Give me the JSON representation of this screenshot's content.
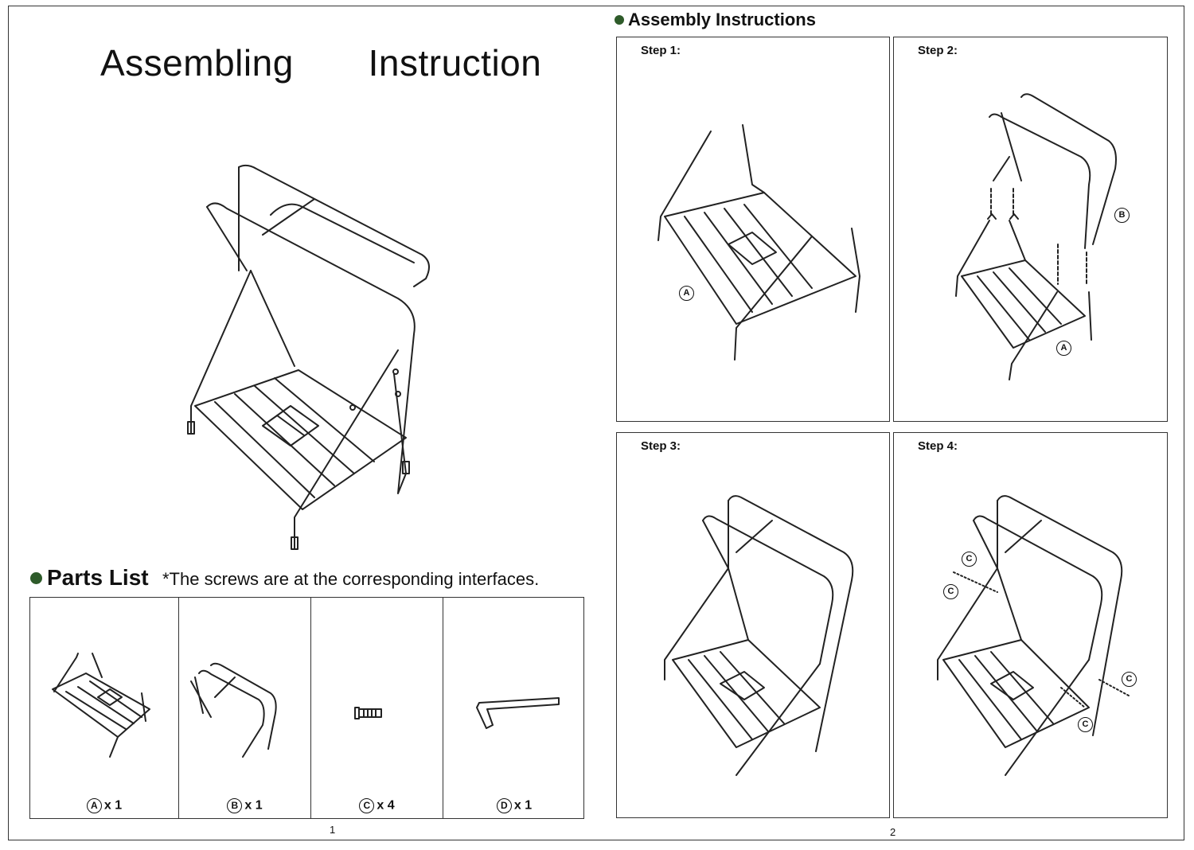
{
  "page": {
    "title": "Assembling   Instruction",
    "assembly_heading": "Assembly Instructions",
    "parts_heading": "Parts List",
    "parts_note": "*The screws are at the corresponding interfaces.",
    "page_numbers": [
      "1",
      "2"
    ]
  },
  "steps": [
    {
      "label": "Step 1:",
      "callouts": [
        "A"
      ]
    },
    {
      "label": "Step 2:",
      "callouts": [
        "B",
        "A"
      ]
    },
    {
      "label": "Step 3:",
      "callouts": []
    },
    {
      "label": "Step 4:",
      "callouts": [
        "C",
        "C",
        "C",
        "C"
      ]
    }
  ],
  "parts": [
    {
      "letter": "A",
      "qty": "x 1",
      "icon": "rack-base-icon"
    },
    {
      "letter": "B",
      "qty": "x 1",
      "icon": "rack-top-frame-icon"
    },
    {
      "letter": "C",
      "qty": "x 4",
      "icon": "screw-icon"
    },
    {
      "letter": "D",
      "qty": "x 1",
      "icon": "hex-key-icon"
    }
  ],
  "colors": {
    "bullet": "#2e5b2a",
    "line": "#222222"
  }
}
